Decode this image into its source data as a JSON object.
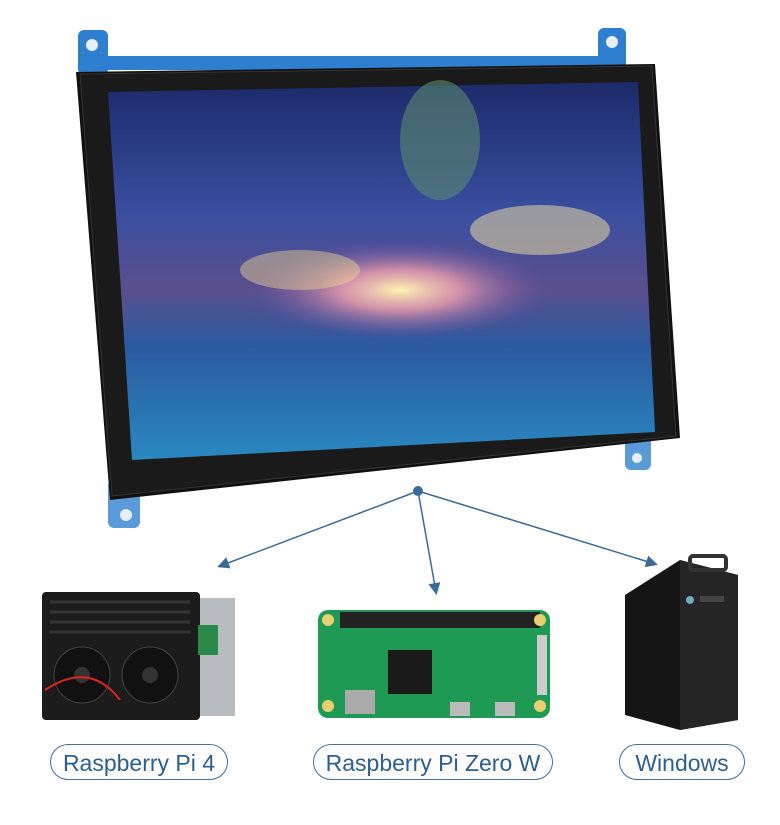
{
  "labels": {
    "pi4": "Raspberry Pi 4",
    "pi_zero": "Raspberry Pi Zero W",
    "windows": "Windows"
  },
  "colors": {
    "accent": "#2e5f8c",
    "bracket": "#2f7fd0",
    "arrow": "#3a6a98"
  }
}
